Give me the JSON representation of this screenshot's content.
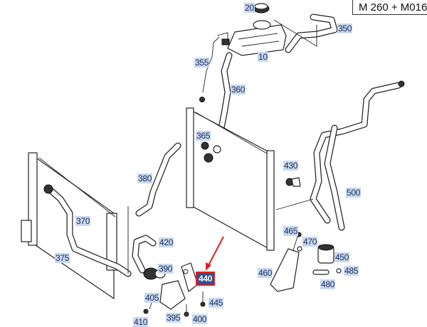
{
  "header": {
    "engine_code": "M 260 + M016"
  },
  "highlighted_part": "440",
  "colors": {
    "label_bg": "#c9d8ee",
    "label_text": "#1a2a5a",
    "highlight_bg": "#2f4f8f",
    "highlight_border": "#e02020",
    "arrow": "#e02020"
  },
  "parts": {
    "p10": "10",
    "p20": "20",
    "p350": "350",
    "p355": "355",
    "p360": "360",
    "p365": "365",
    "p370": "370",
    "p375": "375",
    "p380": "380",
    "p390": "390",
    "p395": "395",
    "p400": "400",
    "p405": "405",
    "p410": "410",
    "p420": "420",
    "p430": "430",
    "p440": "440",
    "p445": "445",
    "p450": "450",
    "p460": "460",
    "p465": "465",
    "p470": "470",
    "p480": "480",
    "p485": "485",
    "p500": "500"
  }
}
